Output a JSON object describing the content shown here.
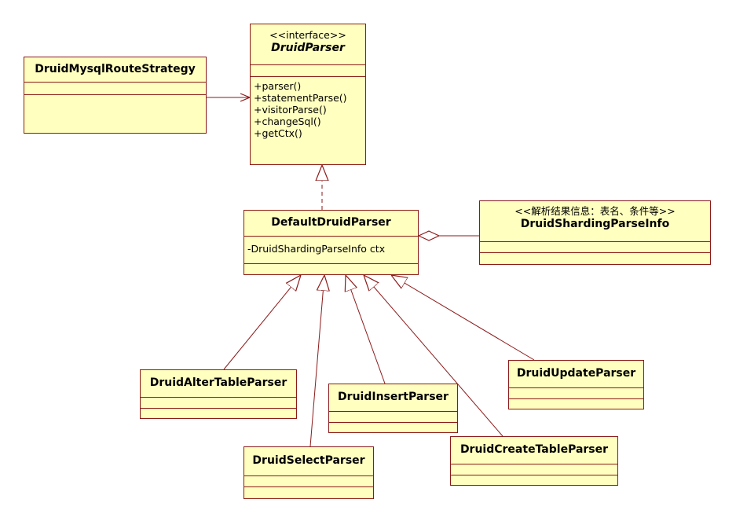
{
  "classes": {
    "druid_parser": {
      "stereotype": "<<interface>>",
      "name": "DruidParser",
      "operations": [
        "+parser()",
        "+statementParse()",
        "+visitorParse()",
        "+changeSql()",
        "+getCtx()"
      ]
    },
    "route_strategy": {
      "name": "DruidMysqlRouteStrategy"
    },
    "default_parser": {
      "name": "DefaultDruidParser",
      "attributes": [
        "-DruidShardingParseInfo ctx"
      ]
    },
    "parse_info": {
      "stereotype": "<<解析结果信息：表名、条件等>>",
      "name": "DruidShardingParseInfo"
    },
    "alter_parser": {
      "name": "DruidAlterTableParser"
    },
    "select_parser": {
      "name": "DruidSelectParser"
    },
    "insert_parser": {
      "name": "DruidInsertParser"
    },
    "create_parser": {
      "name": "DruidCreateTableParser"
    },
    "update_parser": {
      "name": "DruidUpdateParser"
    }
  },
  "colors": {
    "fill": "#ffffc0",
    "border": "#8b1a1a",
    "line": "#8b1a1a"
  }
}
